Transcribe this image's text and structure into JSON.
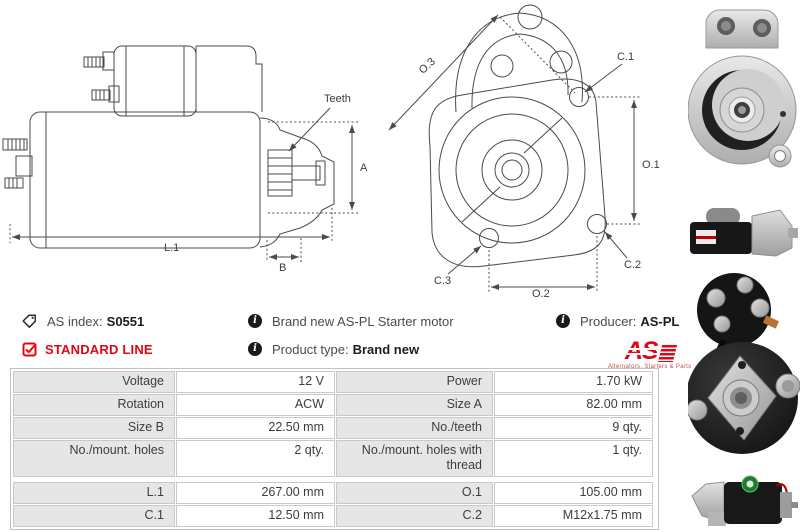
{
  "colors": {
    "accent_red": "#e30613",
    "table_label_bg": "#e6e6e6",
    "table_border": "#c9c9c9",
    "drawing_line": "#4a4a4a"
  },
  "diagram_side": {
    "label_teeth": "Teeth",
    "label_a": "A",
    "label_l1": "L.1",
    "label_b": "B"
  },
  "diagram_front": {
    "label_o3": "O.3",
    "label_c1": "C.1",
    "label_o1": "O.1",
    "label_c2": "C.2",
    "label_c3": "C.3",
    "label_o2": "O.2"
  },
  "info": {
    "icons": {
      "as_index": "tag-icon",
      "standard_line": "checkbox-checked-icon",
      "note": "info-icon",
      "info_i": "i"
    },
    "as_index": {
      "label": "AS index:",
      "value": "S0551"
    },
    "standard_line": "STANDARD LINE",
    "note_brand": "Brand new AS-PL Starter motor",
    "product_type": {
      "label": "Product type:",
      "value": "Brand new"
    },
    "producer": {
      "label": "Producer:",
      "value": "AS-PL"
    },
    "logo": {
      "text": "AS",
      "tagline": "Alternators, Starters & Parts"
    }
  },
  "table": {
    "rows": [
      {
        "l1": "Voltage",
        "v1": "12 V",
        "l2": "Power",
        "v2": "1.70 kW"
      },
      {
        "l1": "Rotation",
        "v1": "ACW",
        "l2": "Size A",
        "v2": "82.00 mm"
      },
      {
        "l1": "Size B",
        "v1": "22.50 mm",
        "l2": "No./teeth",
        "v2": "9 qty."
      },
      {
        "l1": "No./mount. holes",
        "v1": "2 qty.",
        "l2": "No./mount. holes with thread",
        "v2": "1 qty."
      },
      {
        "l1": "L.1",
        "v1": "267.00 mm",
        "l2": "O.1",
        "v2": "105.00 mm"
      },
      {
        "l1": "C.1",
        "v1": "12.50 mm",
        "l2": "C.2",
        "v2": "M12x1.75 mm"
      }
    ]
  }
}
